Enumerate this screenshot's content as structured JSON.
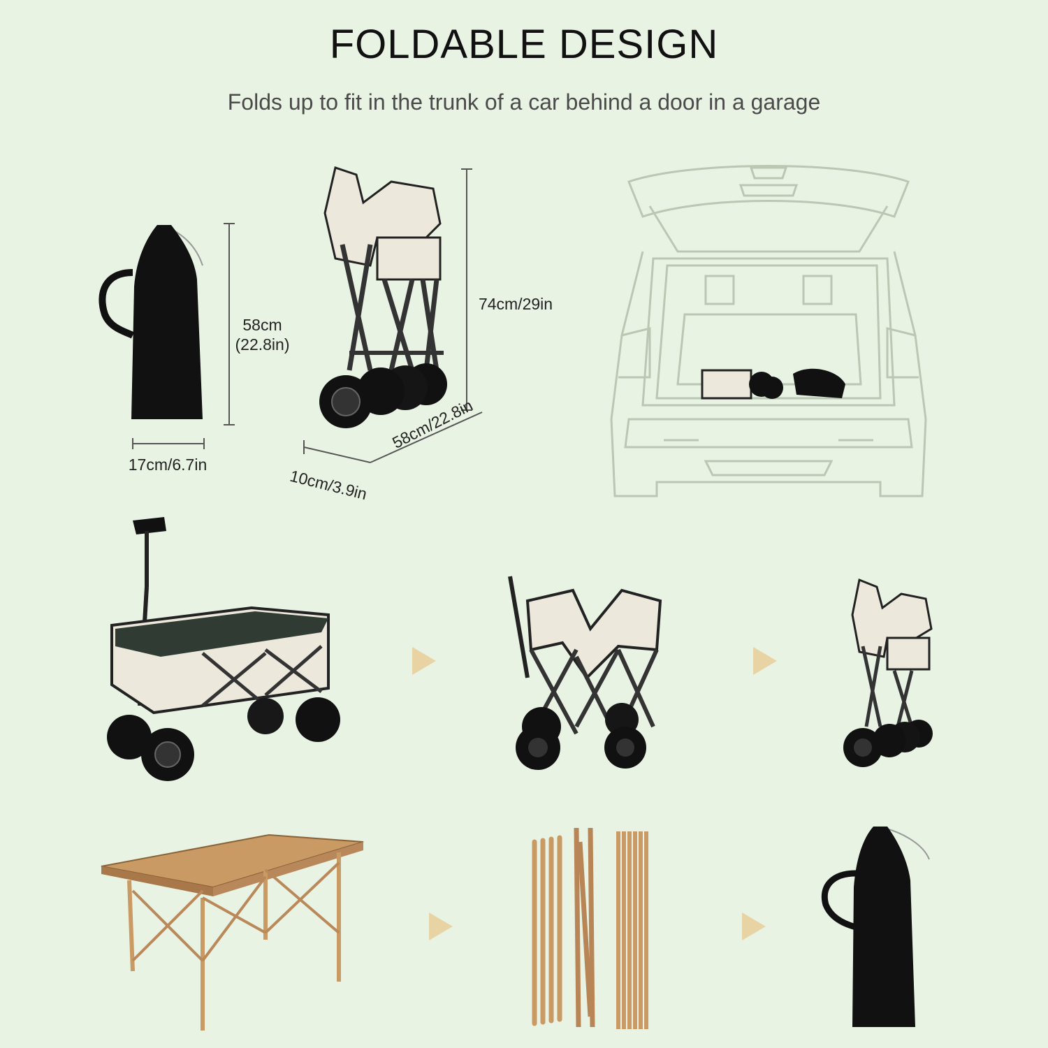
{
  "header": {
    "title": "FOLDABLE DESIGN",
    "subtitle": "Folds up to fit in the trunk of a car behind a door in a garage"
  },
  "dimensions": {
    "bag_height": "58cm\n(22.8in)",
    "bag_width": "17cm/6.7in",
    "wagon_height": "74cm/29in",
    "wagon_depth": "10cm/3.9in",
    "wagon_width": "58cm/22.8in"
  },
  "colors": {
    "background": "#e9f3e4",
    "arrow": "#e8d3a4",
    "bag": "#111111",
    "fabric": "#ece8dc",
    "frame": "#2a2a2a",
    "table_wood": "#c99a64",
    "car_line": "#b9c7b3"
  },
  "icons": {
    "step_arrow": "triangle-right-icon"
  }
}
